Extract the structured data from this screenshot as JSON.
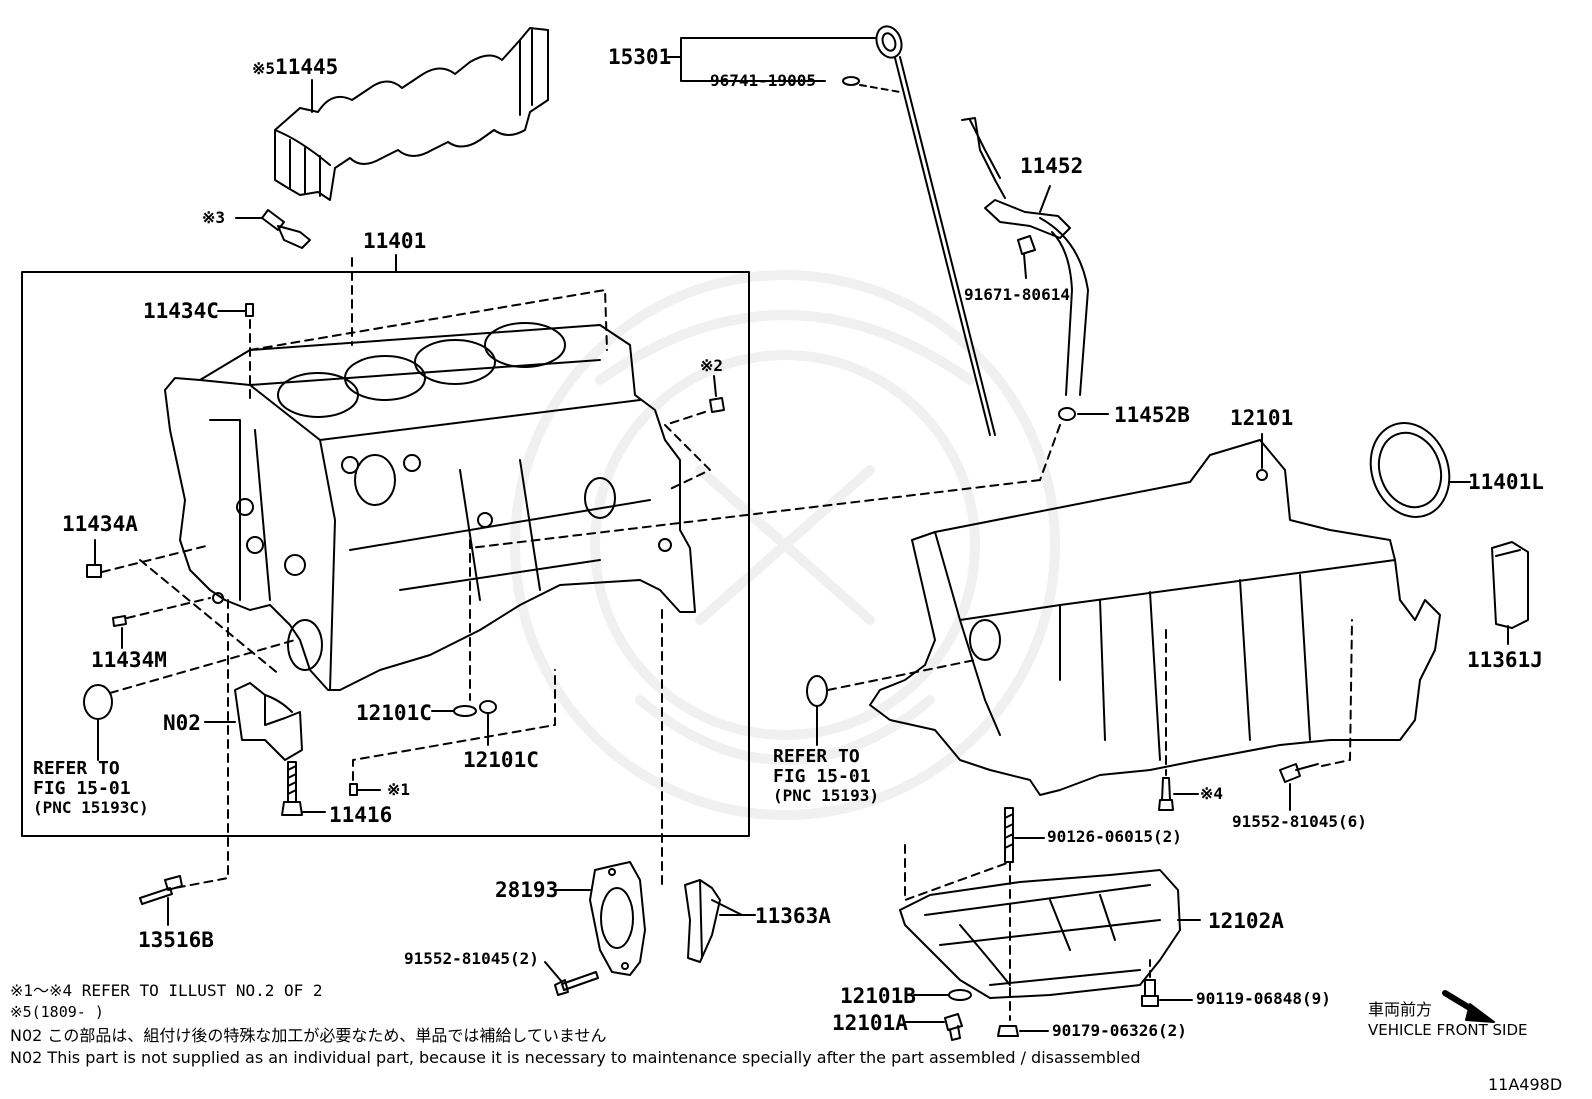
{
  "diagram_id": "11A498D",
  "parts": {
    "p11445": {
      "mark": "※5",
      "number": "11445"
    },
    "p15301": "15301",
    "p96741": "96741-19005",
    "p11452": "11452",
    "p91671": "91671-80614",
    "mark3": "※3",
    "p11401": "11401",
    "p11434C": "11434C",
    "mark2": "※2",
    "p11452B": "11452B",
    "p12101": "12101",
    "p11401L": "11401L",
    "p11434A": "11434A",
    "p11361J": "11361J",
    "p11434M": "11434M",
    "p12101C_a": "12101C",
    "p12101C_b": "12101C",
    "pN02": "N02",
    "mark1": "※1",
    "p11416": "11416",
    "p13516B": "13516B",
    "p28193": "28193",
    "p11363A": "11363A",
    "p91552_2": "91552-81045(2)",
    "p90126": "90126-06015(2)",
    "mark4": "※4",
    "p91552_6": "91552-81045(6)",
    "p12102A": "12102A",
    "p12101B": "12101B",
    "p90119": "90119-06848(9)",
    "p12101A": "12101A",
    "p90179": "90179-06326(2)"
  },
  "refers": {
    "left": {
      "line1": "REFER TO",
      "line2": "FIG 15-01",
      "line3": "(PNC 15193C)"
    },
    "right": {
      "line1": "REFER TO",
      "line2": "FIG 15-01",
      "line3": "(PNC 15193)"
    }
  },
  "orientation": {
    "jp": "車両前方",
    "en": "VEHICLE FRONT SIDE"
  },
  "notes": {
    "n1": "※1～※4 REFER TO ILLUST NO.2 OF 2",
    "n2": "※5(1809-     )",
    "n3": "N02 この部品は、組付け後の特殊な加工が必要なため、単品では補給していません",
    "n4": "N02 This part is not supplied as an individual part, because it is necessary to maintenance specially after the part assembled / disassembled"
  }
}
